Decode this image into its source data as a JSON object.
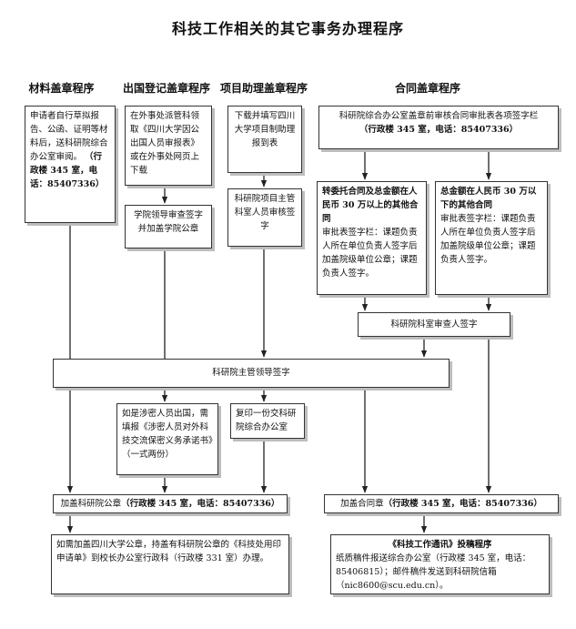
{
  "title": "科技工作相关的其它事务办理程序",
  "columns": {
    "materials": "材料盖章程序",
    "abroad": "出国登记盖章程序",
    "assistant": "项目助理盖章程序",
    "contract": "合同盖章程序"
  },
  "boxes": {
    "materials_apply": "申请者自行草拟报告、公函、证明等材料后，送科研院综合办公室审阅。",
    "materials_apply_office": "（行政楼 345 室，电话：85407336）",
    "abroad_apply": "在外事处派管科领取《四川大学因公出国人员审报表》或在外事处网页上下载",
    "abroad_leader": "学院领导审查签字并加盖学院公章",
    "assistant_apply": "下载并填写四川大学项目制助理报到表",
    "assistant_review": "科研院项目主管科室人员审核签字",
    "contract_office": "科研院综合办公室盖章前审核合同审批表各项签字栏",
    "contract_office_contact": "（行政楼 345 室，电话：85407336）",
    "contract_big_title": "转委托合同及总金额在人民币 30 万以上的其他合同",
    "contract_big_body": "审批表签字栏：课题负责人所在单位负责人签字后加盖院级单位公章；课题负责人签字。",
    "contract_small_title": "总金额在人民币 30 万以下的其他合同",
    "contract_small_body": "审批表签字栏：课题负责人所在单位负责人签字后加盖院级单位公章；课题负责人签字。",
    "contract_review": "科研院科室审查人签字",
    "leader_sign": "科研院主管领导签字",
    "secret_text": "如是涉密人员出国，需填报《涉密人员对外科技交流保密义务承诺书》（一式两份）",
    "copy_text": "复印一份交科研院综合办公室",
    "stamp_research_label": "加盖科研院公章",
    "stamp_research_contact": "（行政楼 345 室，电话：85407336）",
    "stamp_contract_label": "加盖合同章",
    "stamp_contract_contact": "（行政楼 345 室，电话：85407336）",
    "university_stamp": "如需加盖四川大学公章，持盖有科研院公章的《科技处用印申请单》到校长办公室行政科（行政楼 331 室）办理。",
    "news_title": "《科技工作通讯》投稿程序",
    "news_body": "纸质稿件报送综合办公室（行政楼 345 室，电话：85406815）；邮件稿件发送到科研院信箱（nic8600@scu.edu.cn）。"
  }
}
